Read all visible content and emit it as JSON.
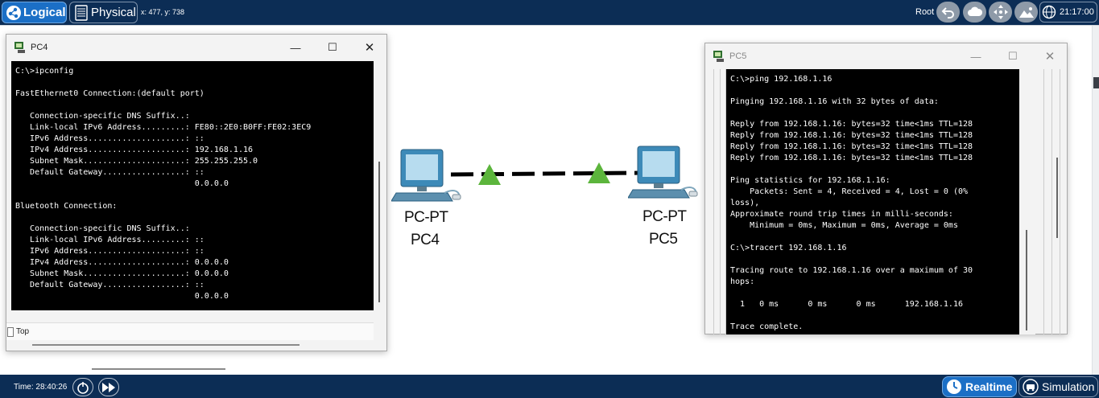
{
  "topbar": {
    "logical_label": "Logical",
    "physical_label": "Physical",
    "coords": "x: 477, y: 738",
    "root_label": "Root",
    "clock": "21:17:00"
  },
  "devices": {
    "pc4": {
      "type": "PC-PT",
      "name": "PC4"
    },
    "pc5": {
      "type": "PC-PT",
      "name": "PC5"
    }
  },
  "link": {
    "status_color": "#5cb53c"
  },
  "pc4_window": {
    "title": "PC4",
    "terminal": [
      "C:\\>ipconfig",
      "",
      "FastEthernet0 Connection:(default port)",
      "",
      "   Connection-specific DNS Suffix..:",
      "   Link-local IPv6 Address.........: FE80::2E0:B0FF:FE02:3EC9",
      "   IPv6 Address....................: ::",
      "   IPv4 Address....................: 192.168.1.16",
      "   Subnet Mask.....................: 255.255.255.0",
      "   Default Gateway.................: ::",
      "                                     0.0.0.0",
      "",
      "Bluetooth Connection:",
      "",
      "   Connection-specific DNS Suffix..:",
      "   Link-local IPv6 Address.........: ::",
      "   IPv6 Address....................: ::",
      "   IPv4 Address....................: 0.0.0.0",
      "   Subnet Mask.....................: 0.0.0.0",
      "   Default Gateway.................: ::",
      "                                     0.0.0.0"
    ],
    "top_checkbox_label": "Top"
  },
  "pc5_window": {
    "title": "PC5",
    "terminal": [
      "C:\\>ping 192.168.1.16",
      "",
      "Pinging 192.168.1.16 with 32 bytes of data:",
      "",
      "Reply from 192.168.1.16: bytes=32 time<1ms TTL=128",
      "Reply from 192.168.1.16: bytes=32 time<1ms TTL=128",
      "Reply from 192.168.1.16: bytes=32 time<1ms TTL=128",
      "Reply from 192.168.1.16: bytes=32 time<1ms TTL=128",
      "",
      "Ping statistics for 192.168.1.16:",
      "    Packets: Sent = 4, Received = 4, Lost = 0 (0%",
      "loss),",
      "Approximate round trip times in milli-seconds:",
      "    Minimum = 0ms, Maximum = 0ms, Average = 0ms",
      "",
      "C:\\>tracert 192.168.1.16",
      "",
      "Tracing route to 192.168.1.16 over a maximum of 30",
      "hops:",
      "",
      "  1   0 ms      0 ms      0 ms      192.168.1.16",
      "",
      "Trace complete."
    ]
  },
  "bottombar": {
    "time_label": "Time: 28:40:26",
    "realtime_label": "Realtime",
    "simulation_label": "Simulation"
  }
}
